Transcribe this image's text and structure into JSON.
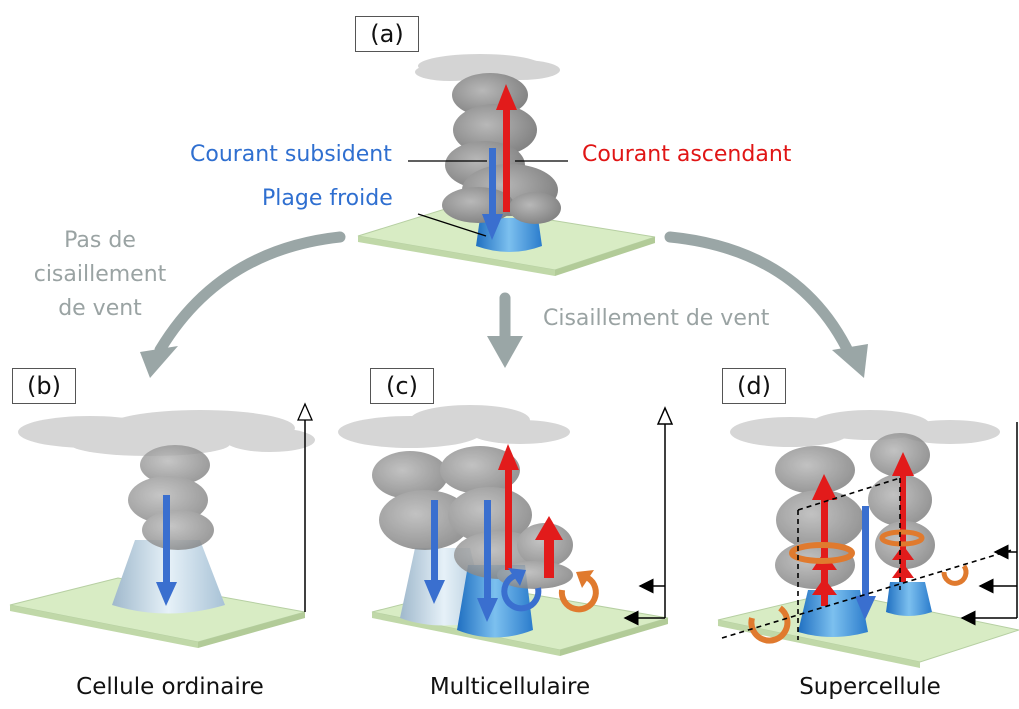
{
  "panel_labels": {
    "a": "(a)",
    "b": "(b)",
    "c": "(c)",
    "d": "(d)"
  },
  "labels": {
    "courant_subsident": "Courant subsident",
    "courant_ascendant": "Courant ascendant",
    "plage_froide": "Plage froide",
    "pas_de_cisaillement": [
      "Pas de",
      "cisaillement",
      "de vent"
    ],
    "cisaillement_de_vent": "Cisaillement de vent"
  },
  "captions": {
    "b": "Cellule ordinaire",
    "c": "Multicellulaire",
    "d": "Supercellule"
  },
  "colors": {
    "updraft": "#e21b1b",
    "downdraft": "#3a6fcf",
    "cold_pool": "#4a9ee0",
    "ground": "#d6ecc0",
    "cloud": "#8c8c8c",
    "anvil": "#d0d0d0",
    "flow_arrow": "#9aa6a6",
    "rotation": "#e07a2e"
  }
}
